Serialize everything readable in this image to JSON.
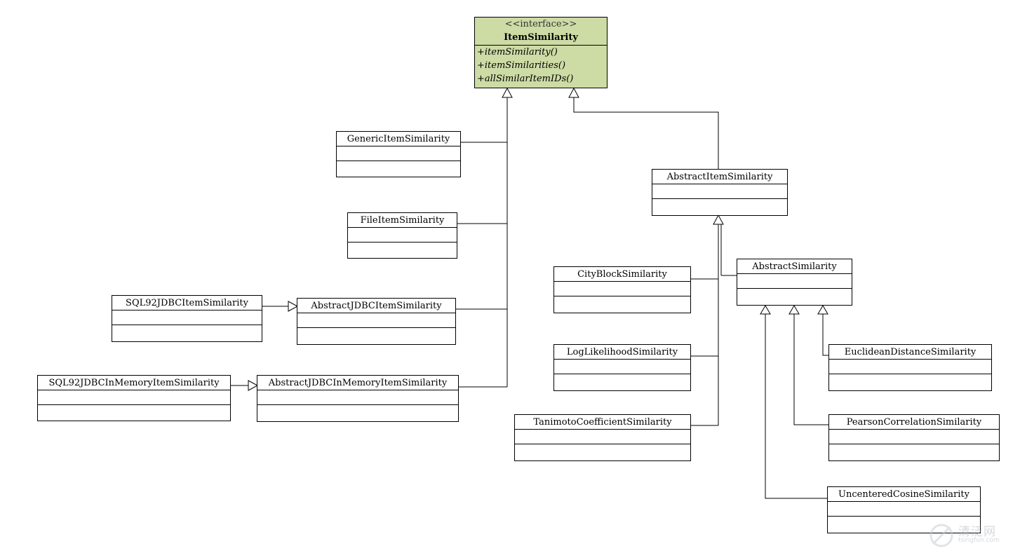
{
  "interface": {
    "stereotype": "<<interface>>",
    "name": "ItemSimilarity",
    "operations": [
      "+itemSimilarity()",
      "+itemSimilarities()",
      "+allSimilarItemIDs()"
    ],
    "fill_color": "#cddba5"
  },
  "classes": {
    "generic_item_similarity": "GenericItemSimilarity",
    "file_item_similarity": "FileItemSimilarity",
    "sql92_jdbc_item_similarity": "SQL92JDBCItemSimilarity",
    "abstract_jdbc_item_similarity": "AbstractJDBCItemSimilarity",
    "sql92_jdbc_in_memory_item_similarity": "SQL92JDBCInMemoryItemSimilarity",
    "abstract_jdbc_in_memory_item_similarity": "AbstractJDBCInMemoryItemSimilarity",
    "abstract_item_similarity": "AbstractItemSimilarity",
    "city_block_similarity": "CityBlockSimilarity",
    "abstract_similarity": "AbstractSimilarity",
    "log_likelihood_similarity": "LogLikelihoodSimilarity",
    "euclidean_distance_similarity": "EuclideanDistanceSimilarity",
    "tanimoto_coefficient_similarity": "TanimotoCoefficientSimilarity",
    "pearson_correlation_similarity": "PearsonCorrelationSimilarity",
    "uncentered_cosine_similarity": "UncenteredCosineSimilarity"
  },
  "watermark": {
    "text": "清泛网",
    "url": "tsingfun.com"
  }
}
